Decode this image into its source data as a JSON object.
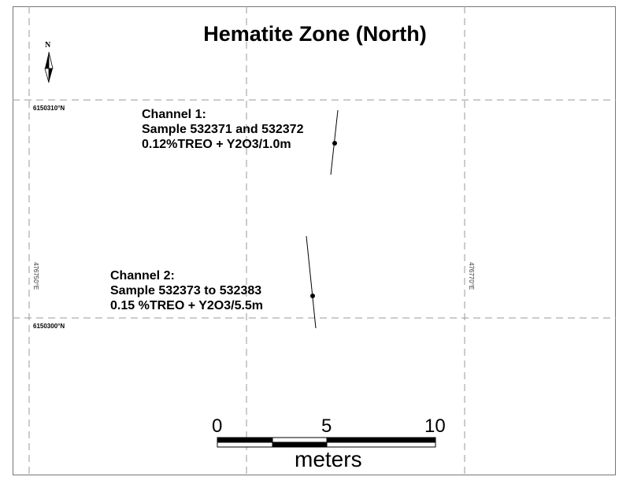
{
  "map": {
    "title": "Hematite Zone (North)",
    "north_arrow_label": "N",
    "grid_labels": {
      "northing_top": "6150310°N",
      "northing_bottom": "6150300°N",
      "easting_left": "476750°E",
      "easting_right": "476770°E"
    },
    "channels": [
      {
        "lines": [
          "Channel 1:",
          "Sample 532371 and 532372",
          "0.12%TREO + Y2O3/1.0m"
        ]
      },
      {
        "lines": [
          "Channel 2:",
          "Sample 532373 to 532383",
          "0.15 %TREO + Y2O3/5.5m"
        ]
      }
    ],
    "scale_bar": {
      "ticks": [
        "0",
        "5",
        "10"
      ],
      "units": "meters"
    }
  }
}
